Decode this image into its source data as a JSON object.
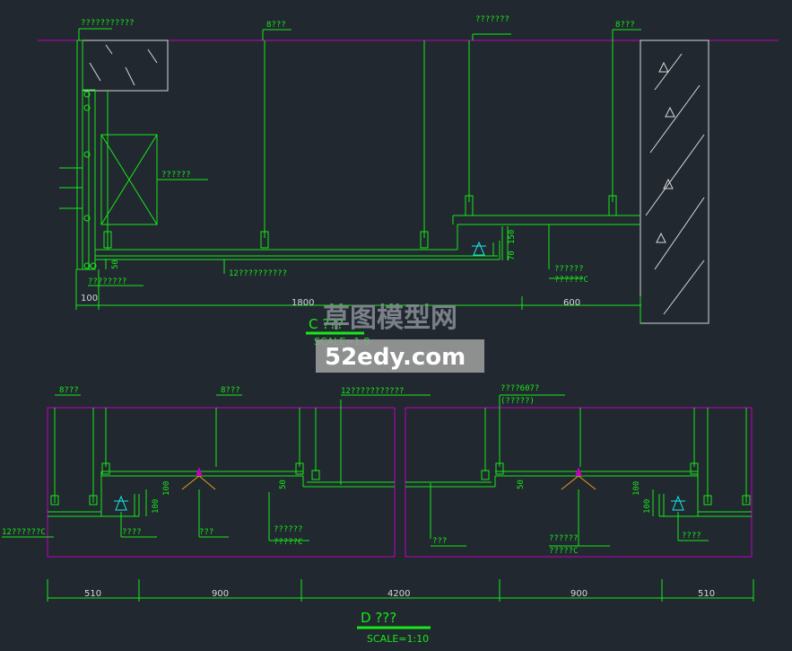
{
  "section_c": {
    "title": "C ???",
    "scale": "SCALE=1:8",
    "labels": {
      "top_left": "???????????",
      "rod1": "8???",
      "rod2": "???????",
      "rod3": "8???",
      "device": "??????",
      "board": "12??????????",
      "left_note": "????????",
      "right_note1": "??????",
      "right_note2": "??????C",
      "dim_50": "50",
      "dim_70": "70",
      "dim_150": "150"
    },
    "dims": {
      "d100": "100",
      "d1800": "1800",
      "d600": "600"
    }
  },
  "section_d": {
    "title": "D ???",
    "scale": "SCALE=1:10",
    "labels": {
      "rod_left": "8???",
      "rod_mid": "8???",
      "board_top": "12???????????",
      "note_right_top1": "????607?",
      "note_right_top2": "(?????)",
      "left_edge": "12??????C",
      "light1": "????",
      "lamp1": "???",
      "mid1": "??????",
      "mid2": "?????C",
      "lamp2": "???",
      "mid3": "??????",
      "mid4": "?????C",
      "light2": "????",
      "dim_100a": "100",
      "dim_100b": "100",
      "dim_50a": "50",
      "dim_50b": "50",
      "dim_100c": "100",
      "dim_100d": "100"
    },
    "dims": {
      "a": "510",
      "b": "900",
      "c": "4200",
      "d": "900",
      "e": "510"
    }
  },
  "watermark": {
    "line1": "草图模型网",
    "line2": "52edy.com"
  },
  "colors": {
    "background": "#212830",
    "line": "#18e818",
    "magenta": "#c000c0",
    "concrete": "#d8d8d8",
    "cyan": "#18e8e8"
  }
}
